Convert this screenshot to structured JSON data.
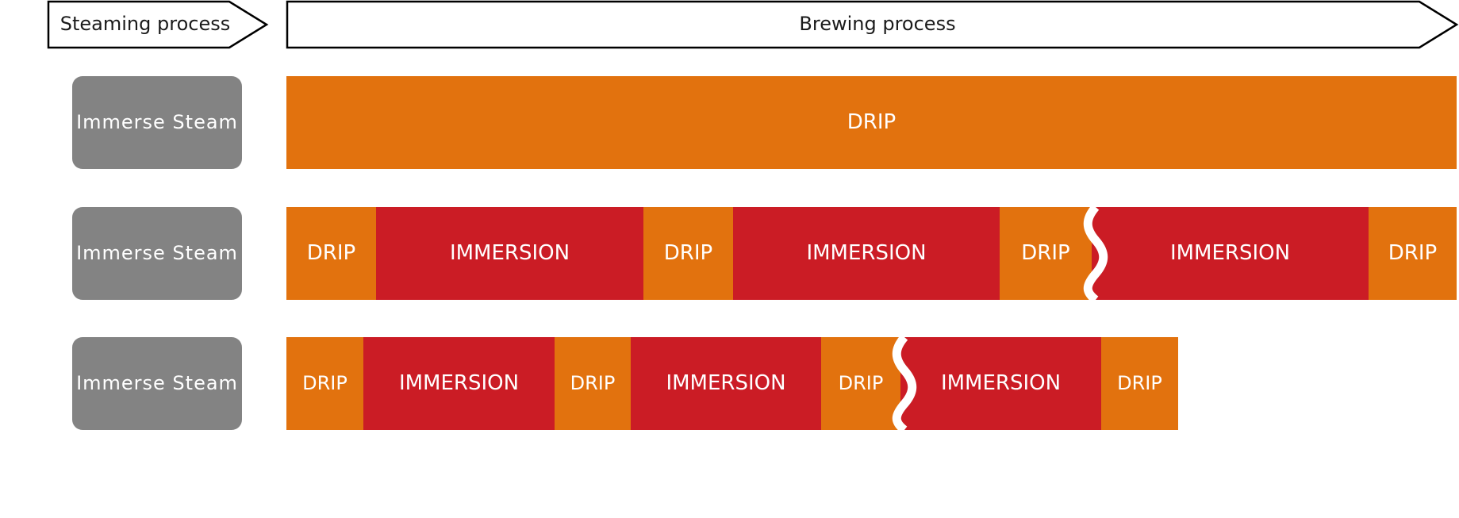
{
  "header": {
    "steaming_label": "Steaming process",
    "brewing_label": "Brewing process"
  },
  "rows": [
    {
      "steam_label": "Immerse Steam",
      "segments": [
        {
          "kind": "drip",
          "label": "DRIP"
        }
      ]
    },
    {
      "steam_label": "Immerse Steam",
      "segments": [
        {
          "kind": "drip",
          "label": "DRIP"
        },
        {
          "kind": "immersion",
          "label": "IMMERSION"
        },
        {
          "kind": "drip",
          "label": "DRIP"
        },
        {
          "kind": "immersion",
          "label": "IMMERSION"
        },
        {
          "kind": "drip",
          "label": "DRIP"
        },
        {
          "kind": "immersion",
          "label": "IMMERSION"
        },
        {
          "kind": "drip",
          "label": "DRIP"
        }
      ]
    },
    {
      "steam_label": "Immerse Steam",
      "segments": [
        {
          "kind": "drip",
          "label": "DRIP"
        },
        {
          "kind": "immersion",
          "label": "IMMERSION"
        },
        {
          "kind": "drip",
          "label": "DRIP"
        },
        {
          "kind": "immersion",
          "label": "IMMERSION"
        },
        {
          "kind": "drip",
          "label": "DRIP"
        },
        {
          "kind": "immersion",
          "label": "IMMERSION"
        },
        {
          "kind": "drip",
          "label": "DRIP"
        }
      ]
    }
  ],
  "colors": {
    "drip": "#e2720e",
    "immersion": "#cb1c25",
    "steam_box": "#838383",
    "outline": "#000000"
  }
}
